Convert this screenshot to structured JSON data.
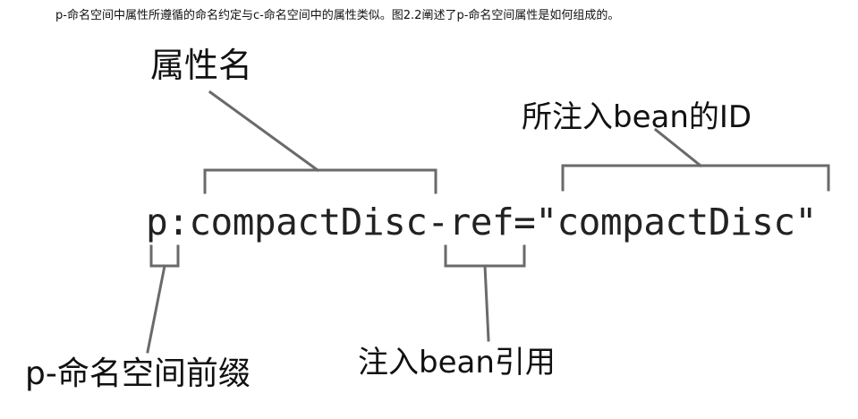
{
  "intro_text": "p-命名空间中属性所遵循的命名约定与c-命名空间中的属性类似。图2.2阐述了p-命名空间属性是如何组成的。",
  "diagram": {
    "code_line": "p:compactDisc-ref=\"compactDisc\"",
    "labels": {
      "property_name": "属性名",
      "injected_bean_id": "所注入bean的ID",
      "p_namespace_prefix": "p-命名空间前缀",
      "inject_bean_reference": "注入bean引用"
    },
    "line_color": "#6a6a6a"
  }
}
